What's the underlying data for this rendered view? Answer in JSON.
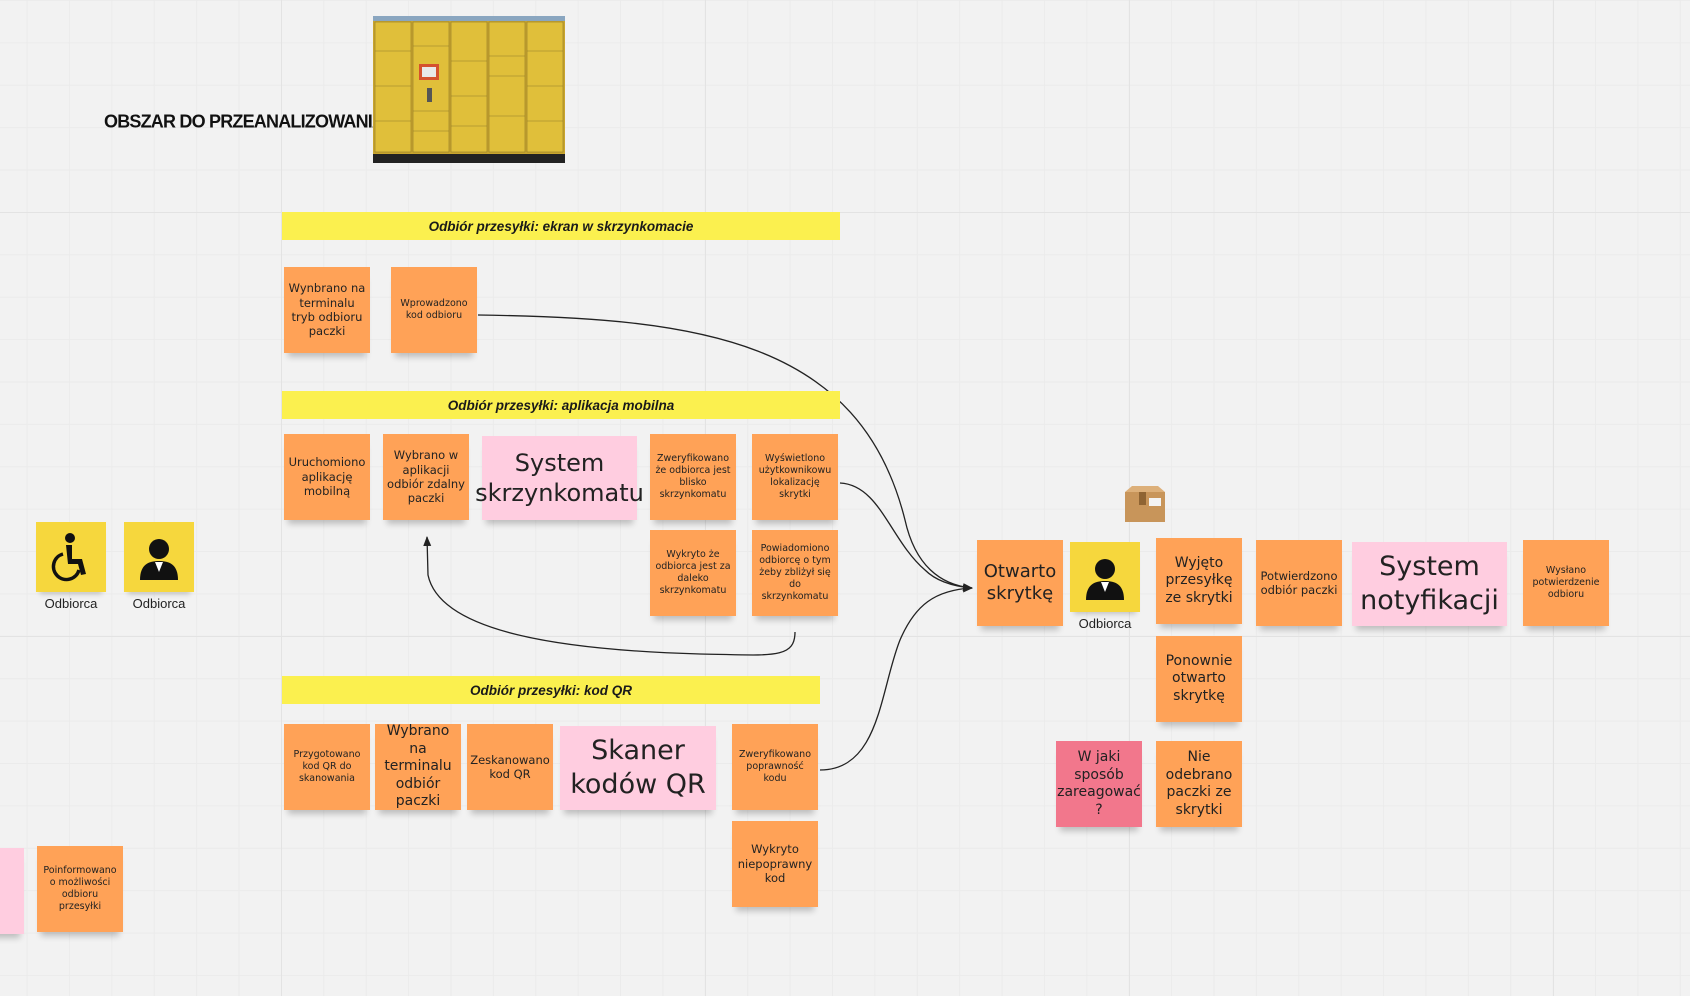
{
  "board": {
    "title": "OBSZAR DO PRZEANALIZOWANIA"
  },
  "banners": {
    "screen": "Odbiór przesyłki: ekran w skrzynkomacie",
    "mobile": "Odbiór przesyłki: aplikacja mobilna",
    "qr": "Odbiór przesyłki: kod QR"
  },
  "screen_notes": {
    "n1": "Wynbrano na terminalu tryb odbioru paczki",
    "n2": "Wprowadzono kod odbioru"
  },
  "mobile_notes": {
    "n1": "Uruchomiono aplikację mobilną",
    "n2": "Wybrano w aplikacji odbiór zdalny paczki",
    "system": "System skrzynkomatu",
    "n3": "Zweryfikowano że odbiorca jest blisko skrzynkomatu",
    "n4": "Wyświetlono użytkownikowu lokalizację skrytki",
    "n5": "Wykryto że odbiorca jest za daleko skrzynkomatu",
    "n6": "Powiadomiono odbiorcę o tym żeby zbliżył się do skrzynkomatu"
  },
  "qr_notes": {
    "n1": "Przygotowano kod QR do skanowania",
    "n2": "Wybrano na terminalu odbiór paczki",
    "n3": "Zeskanowano kod QR",
    "system": "Skaner kodów QR",
    "n4": "Zweryfikowano poprawność kodu",
    "n5": "Wykryto niepoprawny kod"
  },
  "main_flow": {
    "n1": "Otwarto skrytkę",
    "person": "Odbiorca",
    "n2": "Wyjęto przesyłkę ze skrytki",
    "n3": "Potwierdzono odbiór paczki",
    "system": "System notyfikacji",
    "n4": "Wysłano potwierdzenie odbioru",
    "n5": "Ponownie otwarto skrytkę",
    "question": "W jaki sposób zareagować ?",
    "n6": "Nie odebrano paczki ze skrytki"
  },
  "left": {
    "person1": "Odbiorca",
    "person2": "Odbiorca",
    "note": "Poinformowano o możliwości odbioru przesyłki"
  },
  "icons": {
    "wheelchair": "wheelchair-icon",
    "person": "person-icon",
    "box": "package-icon",
    "locker": "parcel-locker-image"
  },
  "colors": {
    "orange_note": "#ffa257",
    "pink_note": "#ffcde0",
    "red_note": "#f2778c",
    "yellow_tile": "#f6d73d",
    "banner": "#fbf04f"
  }
}
